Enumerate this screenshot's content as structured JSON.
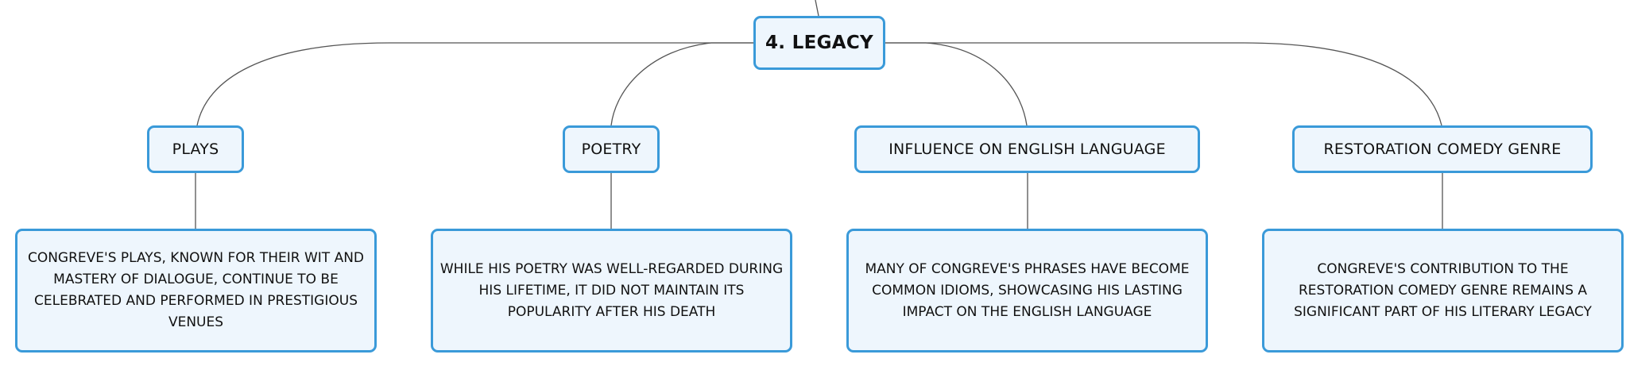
{
  "root": {
    "label": "4. LEGACY"
  },
  "branches": [
    {
      "label": "PLAYS",
      "detail": "CONGREVE'S PLAYS, KNOWN FOR THEIR WIT AND MASTERY OF DIALOGUE, CONTINUE TO BE CELEBRATED AND PERFORMED IN PRESTIGIOUS VENUES"
    },
    {
      "label": "POETRY",
      "detail": "WHILE HIS POETRY WAS WELL-REGARDED DURING HIS LIFETIME, IT DID NOT MAINTAIN ITS POPULARITY AFTER HIS DEATH"
    },
    {
      "label": "INFLUENCE ON ENGLISH LANGUAGE",
      "detail": "MANY OF CONGREVE'S PHRASES HAVE BECOME COMMON IDIOMS, SHOWCASING HIS LASTING IMPACT ON THE ENGLISH LANGUAGE"
    },
    {
      "label": "RESTORATION COMEDY GENRE",
      "detail": "CONGREVE'S CONTRIBUTION TO THE RESTORATION COMEDY GENRE REMAINS A SIGNIFICANT PART OF HIS LITERARY LEGACY"
    }
  ],
  "colors": {
    "node_border": "#3a9ad9",
    "node_fill": "#eef6fd",
    "connector": "#555555",
    "text": "#111111"
  }
}
